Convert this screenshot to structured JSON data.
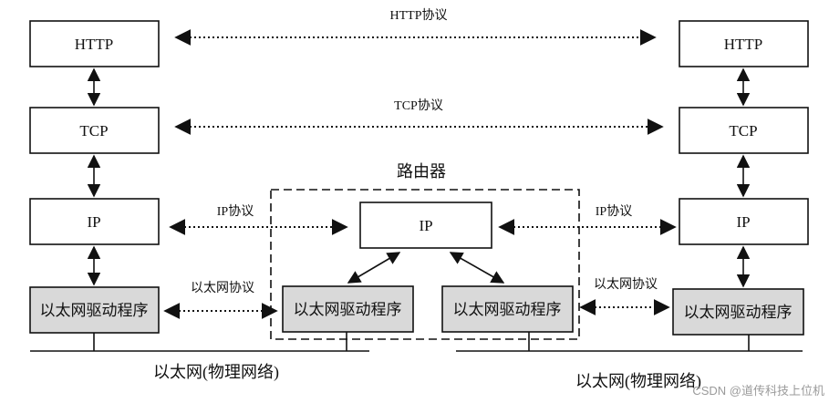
{
  "protocols": {
    "http_label": "HTTP协议",
    "tcp_label": "TCP协议",
    "ip_left_label": "IP协议",
    "ip_right_label": "IP协议",
    "eth_left_label": "以太网协议",
    "eth_right_label": "以太网协议"
  },
  "left_host": {
    "http": "HTTP",
    "tcp": "TCP",
    "ip": "IP",
    "driver": "以太网驱动程序"
  },
  "right_host": {
    "http": "HTTP",
    "tcp": "TCP",
    "ip": "IP",
    "driver": "以太网驱动程序"
  },
  "router": {
    "title": "路由器",
    "ip": "IP",
    "driver_left": "以太网驱动程序",
    "driver_right": "以太网驱动程序"
  },
  "networks": {
    "left": "以太网(物理网络)",
    "right": "以太网(物理网络)"
  },
  "watermark": "CSDN @道传科技上位机",
  "colors": {
    "driver_fill": "#d9d9d9",
    "line": "#111111"
  }
}
